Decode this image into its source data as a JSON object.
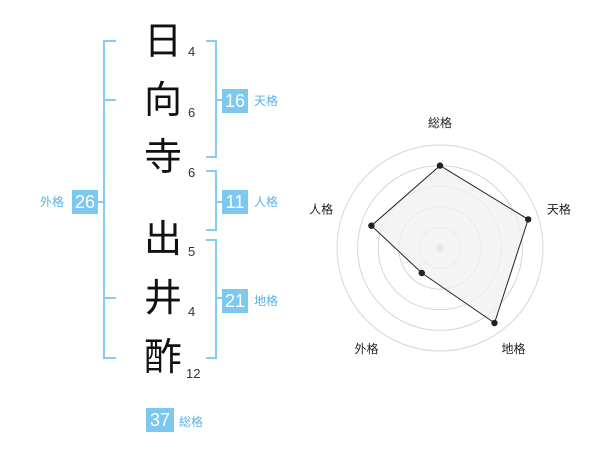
{
  "name_chars": [
    {
      "char": "日",
      "strokes": "4"
    },
    {
      "char": "向",
      "strokes": "6"
    },
    {
      "char": "寺",
      "strokes": "6"
    },
    {
      "char": "出",
      "strokes": "5"
    },
    {
      "char": "井",
      "strokes": "4"
    },
    {
      "char": "酢",
      "strokes": "12"
    }
  ],
  "kakusu": {
    "tenkaku": {
      "value": "16",
      "label": "天格"
    },
    "jinkaku": {
      "value": "11",
      "label": "人格"
    },
    "chikaku": {
      "value": "21",
      "label": "地格"
    },
    "gaikaku": {
      "value": "26",
      "label": "外格"
    },
    "soukaku": {
      "value": "37",
      "label": "総格"
    }
  },
  "colors": {
    "accent": "#7cc8ef",
    "bracket": "#86ccf0",
    "radar_fill": "#f0f0f0",
    "radar_line": "#222222"
  },
  "chart_data": {
    "type": "radar",
    "axes": [
      "総格",
      "天格",
      "地格",
      "外格",
      "人格"
    ],
    "scale": 5,
    "values": [
      4,
      4.5,
      4.5,
      1.5,
      3.5
    ],
    "rings": 5
  }
}
